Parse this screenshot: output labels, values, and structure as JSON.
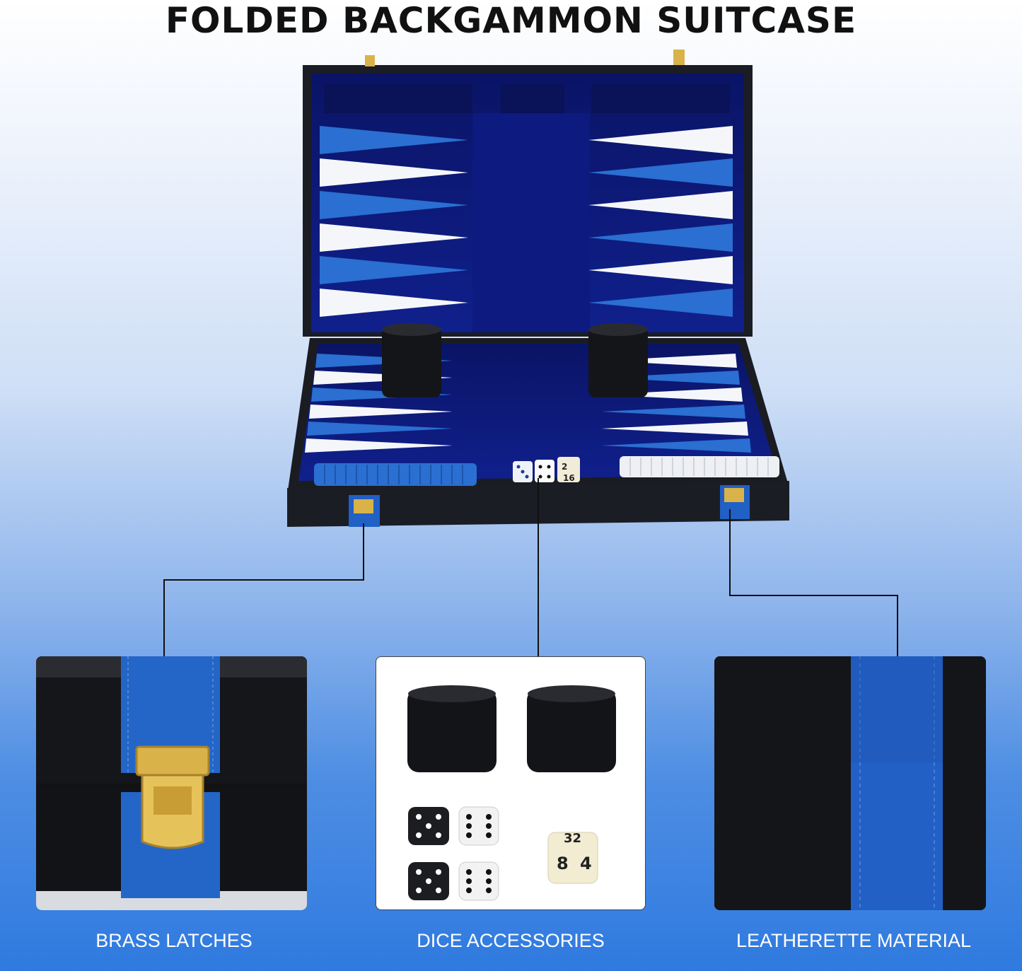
{
  "title": "FOLDED BACKGAMMON SUITCASE",
  "features": [
    {
      "label": "BRASS LATCHES",
      "icon": "brass-latch"
    },
    {
      "label": "DICE ACCESSORIES",
      "icon": "dice-cups-and-dice"
    },
    {
      "label": "LEATHERETTE MATERIAL",
      "icon": "leather-stripe"
    }
  ],
  "colors": {
    "case_black": "#1a1c22",
    "felt_navy": "#0b1a78",
    "point_blue": "#2a6fd1",
    "point_white": "#f4f6fa",
    "brass": "#d9b24a",
    "strap_blue": "#2160c4"
  },
  "doubling_cube_faces": [
    "32",
    "4",
    "8"
  ],
  "board_dice": [
    "16",
    "2"
  ]
}
